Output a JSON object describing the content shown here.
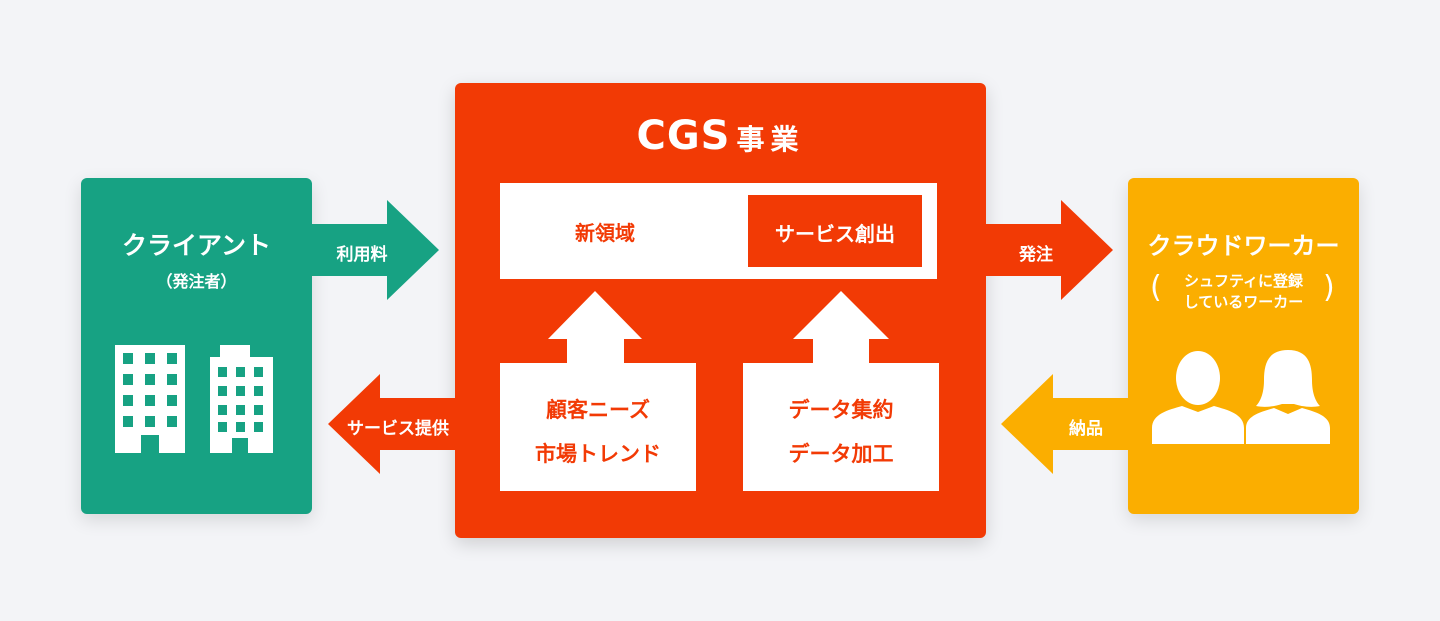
{
  "colors": {
    "main": "#f23a05",
    "client": "#17a283",
    "worker": "#fbae00",
    "background": "#f3f4f7"
  },
  "client": {
    "title": "クライアント",
    "subtitle": "（発注者）",
    "icon": "office-buildings-icon"
  },
  "center": {
    "title_main": "CGS",
    "title_sub": "事業",
    "bar_left": "新領域",
    "bar_right": "サービス創出",
    "box_left": [
      "顧客ニーズ",
      "市場トレンド"
    ],
    "box_right": [
      "データ集約",
      "データ加工"
    ]
  },
  "worker": {
    "title": "クラウドワーカー",
    "sub_line1": "シュフティに登録",
    "sub_line2": "しているワーカー",
    "paren_open": "(",
    "paren_close": ")",
    "icon": "two-people-icon"
  },
  "flows": {
    "client_to_center": "利用料",
    "center_to_client": "サービス提供",
    "center_to_worker": "発注",
    "worker_to_center": "納品"
  }
}
